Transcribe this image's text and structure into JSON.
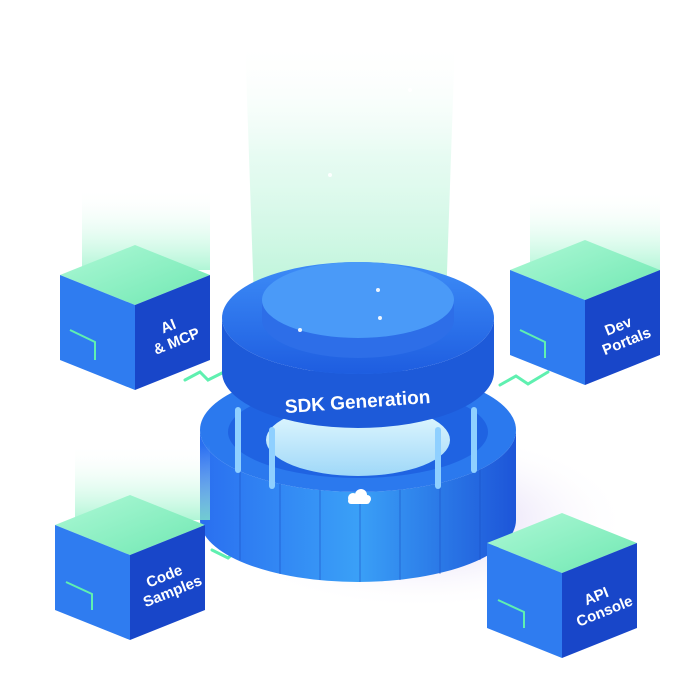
{
  "hub": {
    "label": "SDK Generation",
    "icon": "cloud-icon"
  },
  "modules": [
    {
      "id": "ai-mcp",
      "lines": [
        "AI",
        "& MCP"
      ]
    },
    {
      "id": "dev-portals",
      "lines": [
        "Dev",
        "Portals"
      ]
    },
    {
      "id": "code-samples",
      "lines": [
        "Code",
        "Samples"
      ]
    },
    {
      "id": "api-console",
      "lines": [
        "API",
        "Console"
      ]
    }
  ],
  "colors": {
    "cube_side_light": "#2f7cf0",
    "cube_side_dark": "#1846c9",
    "cube_top": "#8ff5c4",
    "hub_top": "#3a86f5",
    "hub_ring": "#1f6fe6",
    "beam": "#b8f5d8",
    "connector": "#5ff0b0",
    "shadow": "#d8ccf2"
  }
}
